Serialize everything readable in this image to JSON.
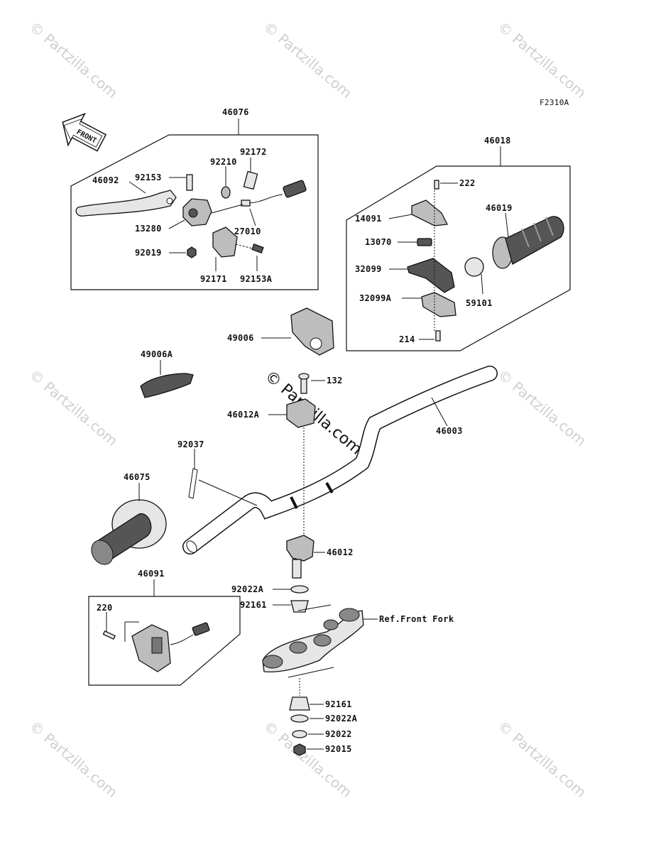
{
  "figure_code": "F2310A",
  "front_label": "FRONT",
  "watermark": {
    "small": "© Partzilla.com",
    "center": "© Partzilla.com"
  },
  "callouts": {
    "p46076": "46076",
    "p92172": "92172",
    "p92210": "92210",
    "p92153": "92153",
    "p46092": "46092",
    "p13280": "13280",
    "p27010": "27010",
    "p92019": "92019",
    "p92171": "92171",
    "p92153A": "92153A",
    "p46018": "46018",
    "p222": "222",
    "p14091": "14091",
    "p46019": "46019",
    "p13070": "13070",
    "p32099": "32099",
    "p32099A": "32099A",
    "p59101": "59101",
    "p214": "214",
    "p49006": "49006",
    "p49006A": "49006A",
    "p132": "132",
    "p46012A": "46012A",
    "p46003": "46003",
    "p92037": "92037",
    "p46075": "46075",
    "p46012": "46012",
    "p46091": "46091",
    "p92022A_top": "92022A",
    "p92161_top": "92161",
    "p220": "220",
    "ref_front_fork": "Ref.Front Fork",
    "p92161_bot": "92161",
    "p92022A_bot": "92022A",
    "p92022": "92022",
    "p92015": "92015"
  }
}
